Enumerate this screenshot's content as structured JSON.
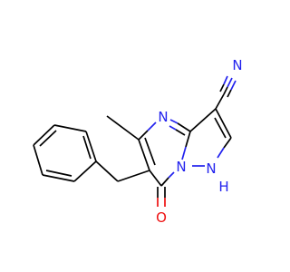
{
  "molecule": {
    "atoms": {
      "n_nitrile": "N",
      "n_ring_top": "N",
      "n_bridge": "N",
      "n_pyrazole": "N",
      "h_pyrazole": "H",
      "o_carbonyl": "O"
    },
    "colors": {
      "carbon": "#000000",
      "nitrogen": "#2222ee",
      "oxygen": "#ee1111",
      "background": "#ffffff"
    }
  }
}
